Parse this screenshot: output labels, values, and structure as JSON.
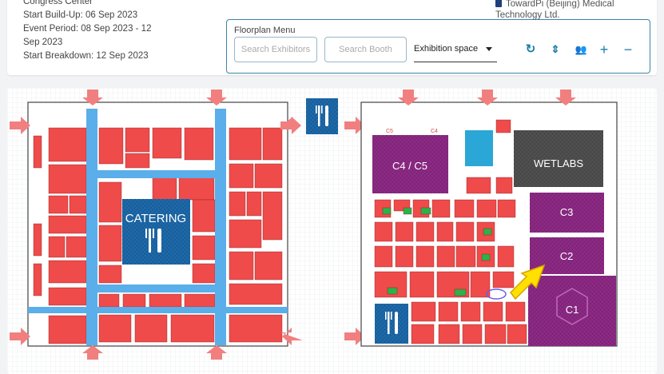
{
  "info": {
    "line1": "Congress Center",
    "build_up": "Start Build-Up: 06 Sep 2023",
    "event_period_1": "Event Period: 08 Sep 2023 - 12",
    "event_period_2": "Sep 2023",
    "breakdown": "Start Breakdown: 12 Sep 2023"
  },
  "exhibitor": {
    "name_1": "TowardPi (Beijing) Medical",
    "name_2": "Technology Ltd."
  },
  "floorplan_menu": {
    "title": "Floorplan Menu",
    "search_exhibitors_placeholder": "Search Exhibitors",
    "search_booth_placeholder": "Search Booth",
    "exhibition_space": "Exhibition space",
    "tools": {
      "refresh_glyph": "↻",
      "align_glyph": "⇕",
      "people_glyph": "👥",
      "zoom_in_glyph": "+",
      "zoom_out_glyph": "−"
    }
  },
  "map": {
    "labels": {
      "catering": "CATERING",
      "c4c5": "C4 / C5",
      "wetlabs": "WETLABS",
      "c3": "C3",
      "c2": "C2",
      "c1": "C1",
      "c5_small": "C5",
      "c4_small": "C4"
    },
    "colors": {
      "booth": "#ef4b4b",
      "booth_green": "#2cb24a",
      "aisle": "#5aaee9",
      "catering": "#1d6aab",
      "hall": "#8e2a86",
      "wetlabs": "#505050",
      "highlight_arrow": "#ffe000"
    }
  }
}
